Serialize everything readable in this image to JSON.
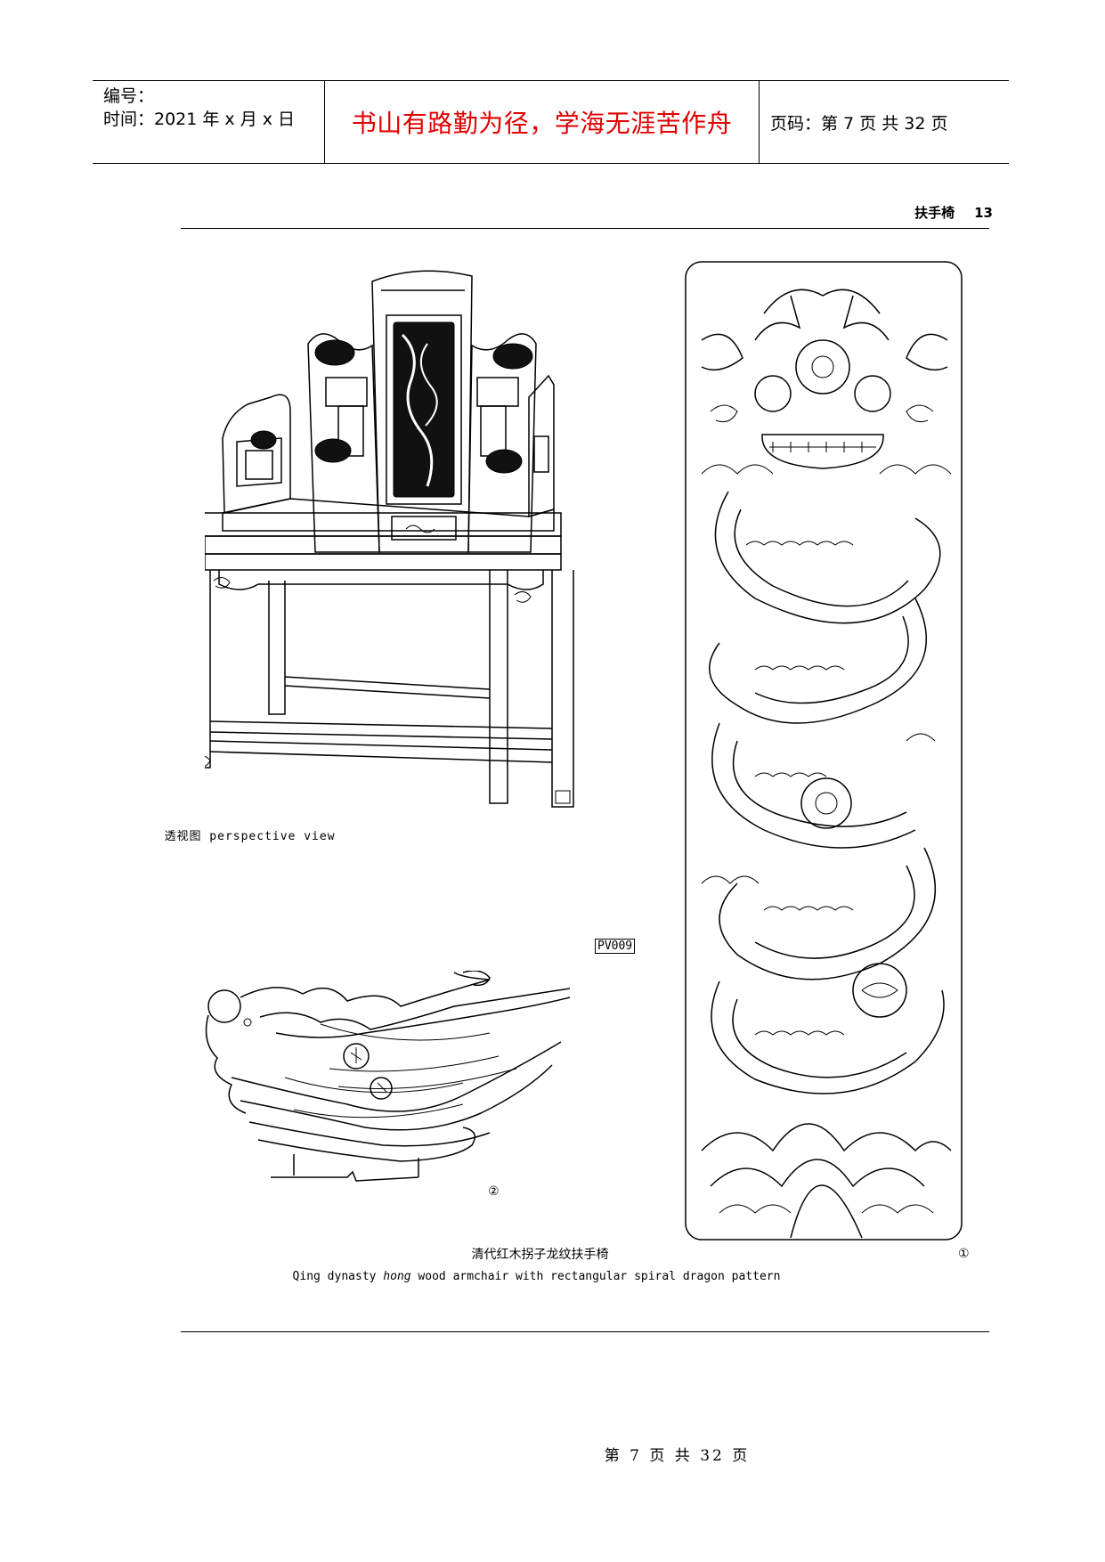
{
  "header": {
    "number_label": "编号：",
    "time_label": "时间：2021 年 x 月 x 日",
    "motto": "书山有路勤为径，学海无涯苦作舟",
    "page_label": "页码：第 7 页  共 32 页"
  },
  "running_head": {
    "title": "扶手椅",
    "page": "13"
  },
  "figures": {
    "view_caption": "透视图 perspective view",
    "code": "PV009",
    "marker_1": "①",
    "marker_2": "②"
  },
  "caption": {
    "chinese": "清代红木拐子龙纹扶手椅",
    "english_before": "Qing dynasty ",
    "english_italic": "hong",
    "english_after": " wood armchair with rectangular spiral dragon pattern"
  },
  "footer": {
    "text": "第 7 页 共 32 页"
  }
}
